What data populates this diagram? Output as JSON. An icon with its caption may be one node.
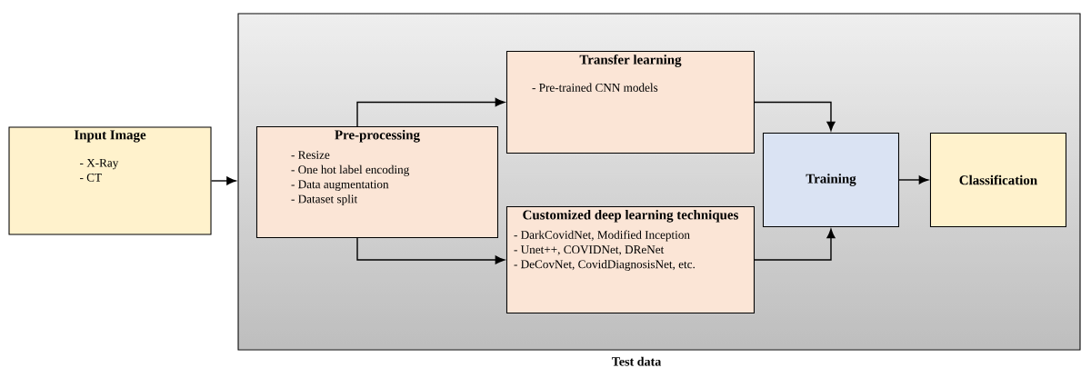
{
  "diagram": {
    "nodes": [
      {
        "text": [
          "Input Image",
          "- X-Ray",
          "- CT"
        ]
      },
      {
        "text": [
          "Test data"
        ]
      },
      {
        "text": [
          "Pre-processing",
          "- Resize",
          "- One hot label encoding",
          "- Data augmentation",
          "- Dataset split"
        ],
        "in": 1
      },
      {
        "text": [
          "Transfer learning",
          "- Pre-trained CNN models"
        ],
        "in": 1
      },
      {
        "text": [
          "Customized deep learning techniques",
          "- DarkCovidNet, Modified Inception",
          "- Unet++, COVIDNet, DReNet",
          "- DeCovNet, CovidDiagnosisNet, etc."
        ],
        "in": 1
      },
      {
        "text": [
          "Training"
        ],
        "in": 1
      },
      {
        "text": [
          "Classification"
        ],
        "in": 1
      }
    ],
    "edges": [
      {
        "from": 0,
        "to": 1,
        "arrow": "to"
      },
      {
        "from": 2,
        "to": 3,
        "arrow": "to"
      },
      {
        "from": 2,
        "to": 4,
        "arrow": "to"
      },
      {
        "from": 3,
        "to": 5,
        "arrow": "to"
      },
      {
        "from": 4,
        "to": 5,
        "arrow": "to"
      },
      {
        "from": 5,
        "to": 6,
        "arrow": "to"
      }
    ]
  }
}
